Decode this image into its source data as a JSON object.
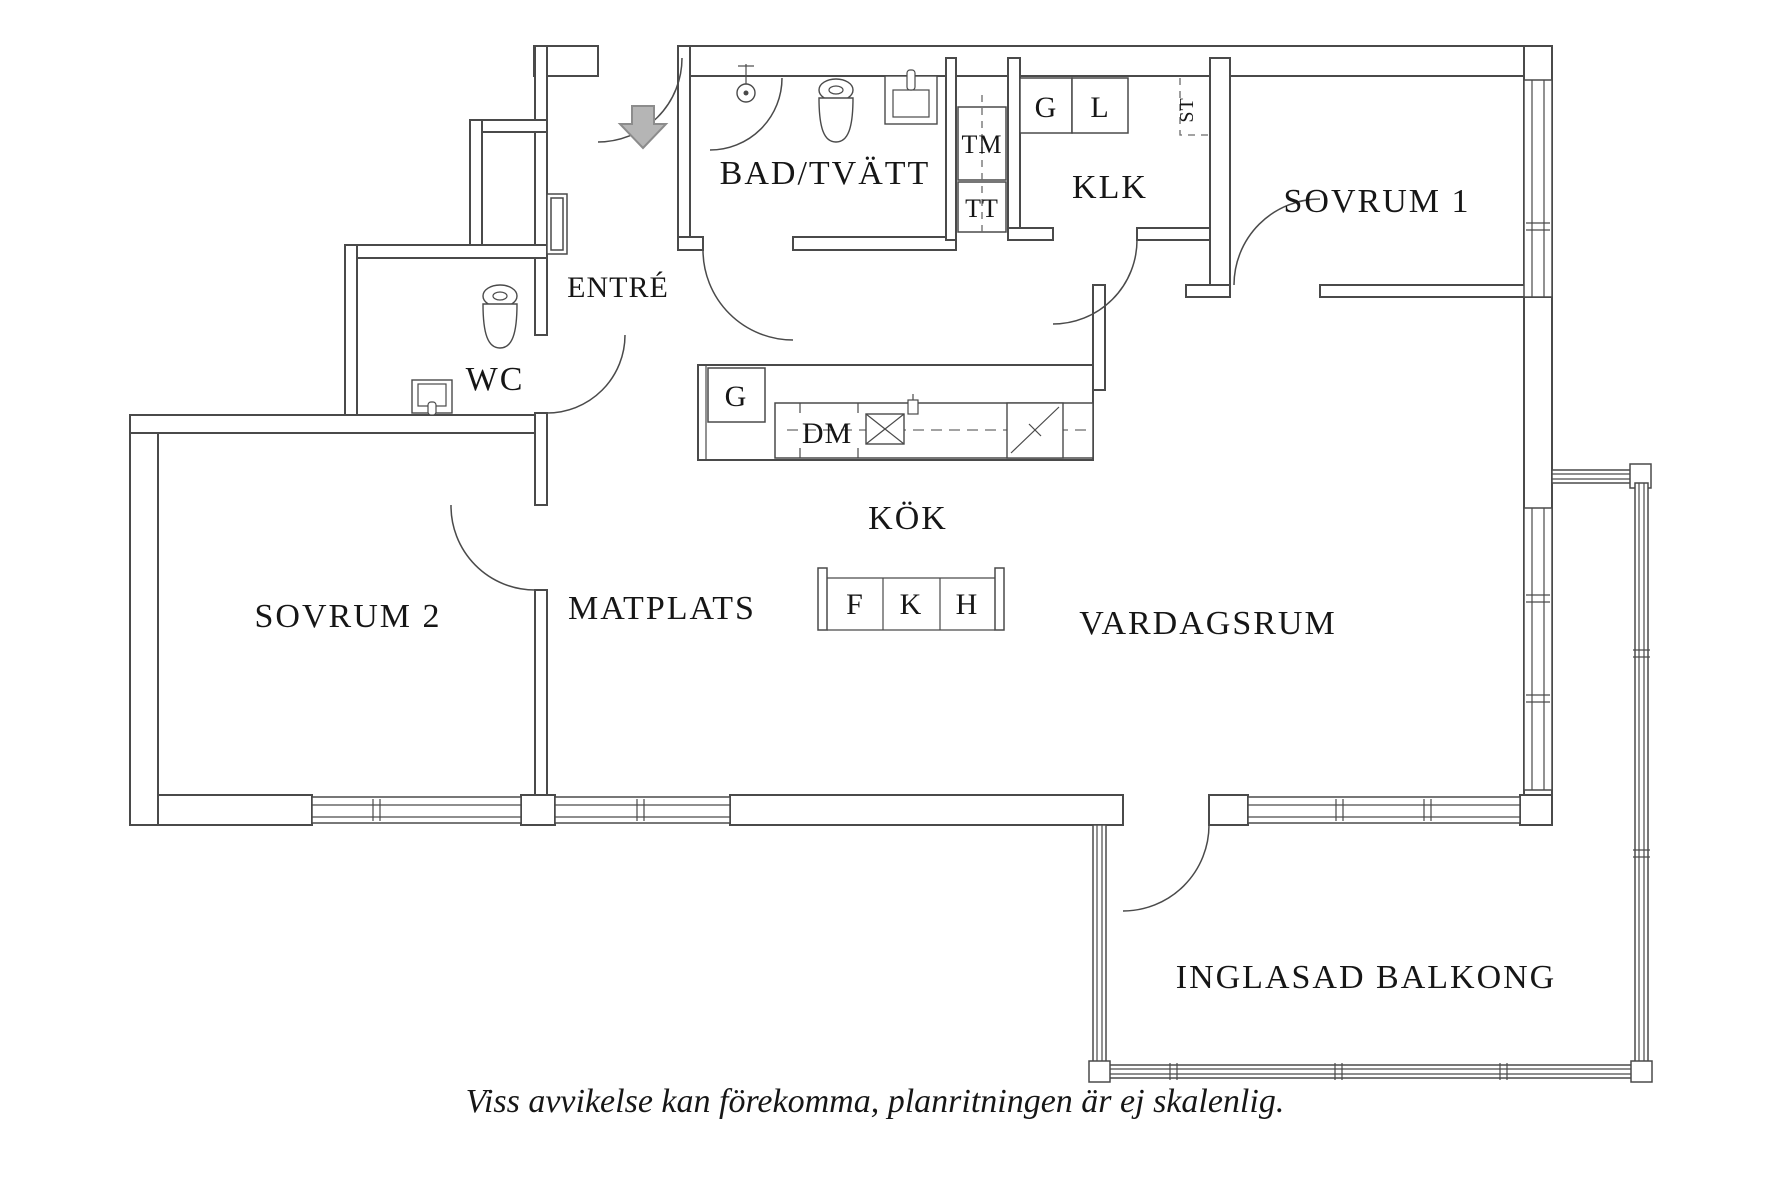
{
  "rooms": {
    "bathroom": "BAD/TVÄTT",
    "entrance": "ENTRÉ",
    "wc": "WC",
    "closet": "KLK",
    "bedroom1": "SOVRUM 1",
    "bedroom2": "SOVRUM 2",
    "dining": "MATPLATS",
    "kitchen": "KÖK",
    "living": "VARDAGSRUM",
    "balcony": "INGLASAD BALKONG"
  },
  "units": {
    "washing_machine": "TM",
    "tumble_dryer": "TT",
    "wardrobe": "G",
    "linen_cabinet": "L",
    "cleaning_closet": "ST",
    "kitchen_cabinet": "G",
    "dishwasher": "DM",
    "freezer": "F",
    "fridge": "K",
    "oven_cabinet": "H"
  },
  "caption": "Viss avvikelse kan förekomma, planritningen är ej skalenlig.",
  "colors": {
    "wall": "#4a4a4a",
    "text": "#161616",
    "arrow_fill": "#b5b5b5",
    "arrow_stroke": "#8c8c8c",
    "background": "#ffffff"
  }
}
